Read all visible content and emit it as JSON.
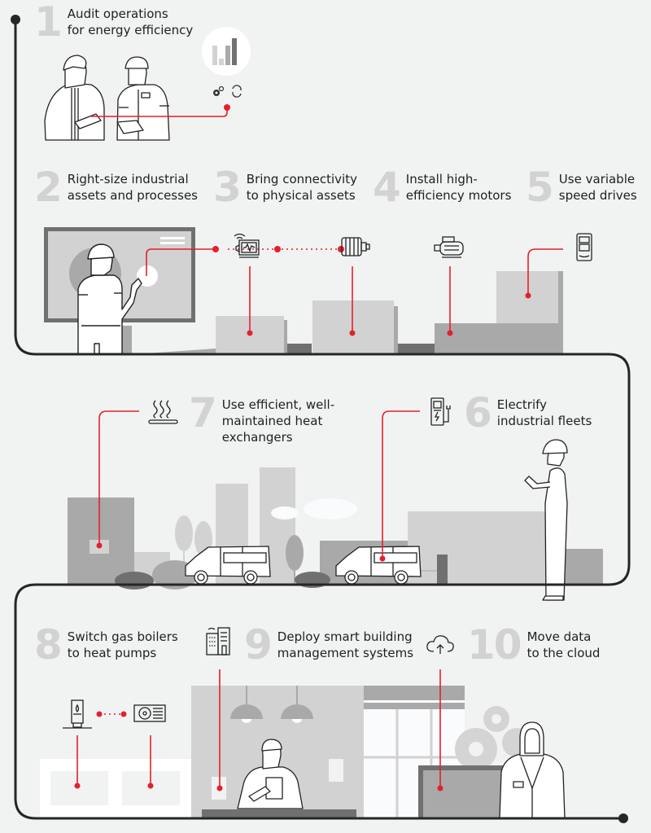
{
  "title": "Ten steps to industrial energy efficiency",
  "colors": {
    "background": "#f1f2f2",
    "accent": "#e4202d",
    "timeline": "#262626",
    "step_number": "#d2d2d2",
    "text": "#1f1f1f",
    "light_gray": "#d2d2d2",
    "mid_gray": "#a9a9a9",
    "dark_gray": "#707070"
  },
  "steps": [
    {
      "number": "1",
      "line1": "Audit operations",
      "line2": "for energy efficiency",
      "icons": [
        "bar-chart-icon",
        "gears-icon",
        "refresh-icon"
      ]
    },
    {
      "number": "2",
      "line1": "Right-size industrial",
      "line2": "assets and processes",
      "icons": [
        "touchscreen-icon"
      ]
    },
    {
      "number": "3",
      "line1": "Bring connectivity",
      "line2": "to physical assets",
      "icons": [
        "connected-motor-icon",
        "motor-icon"
      ]
    },
    {
      "number": "4",
      "line1": "Install high-",
      "line2": "efficiency motors",
      "icons": [
        "electric-motor-icon"
      ]
    },
    {
      "number": "5",
      "line1": "Use variable",
      "line2": "speed drives",
      "icons": [
        "drive-icon"
      ]
    },
    {
      "number": "6",
      "line1": "Electrify",
      "line2": "industrial fleets",
      "icons": [
        "ev-charger-icon"
      ]
    },
    {
      "number": "7",
      "line1": "Use efficient, well-",
      "line2": "maintained heat",
      "line3": "exchangers",
      "icons": [
        "heat-exchanger-icon"
      ]
    },
    {
      "number": "8",
      "line1": "Switch gas boilers",
      "line2": "to heat pumps",
      "icons": [
        "gas-boiler-icon",
        "heat-pump-icon"
      ]
    },
    {
      "number": "9",
      "line1": "Deploy smart building",
      "line2": "management systems",
      "icons": [
        "smart-building-icon"
      ]
    },
    {
      "number": "10",
      "line1": "Move data",
      "line2": "to the cloud",
      "icons": [
        "cloud-upload-icon"
      ]
    }
  ]
}
